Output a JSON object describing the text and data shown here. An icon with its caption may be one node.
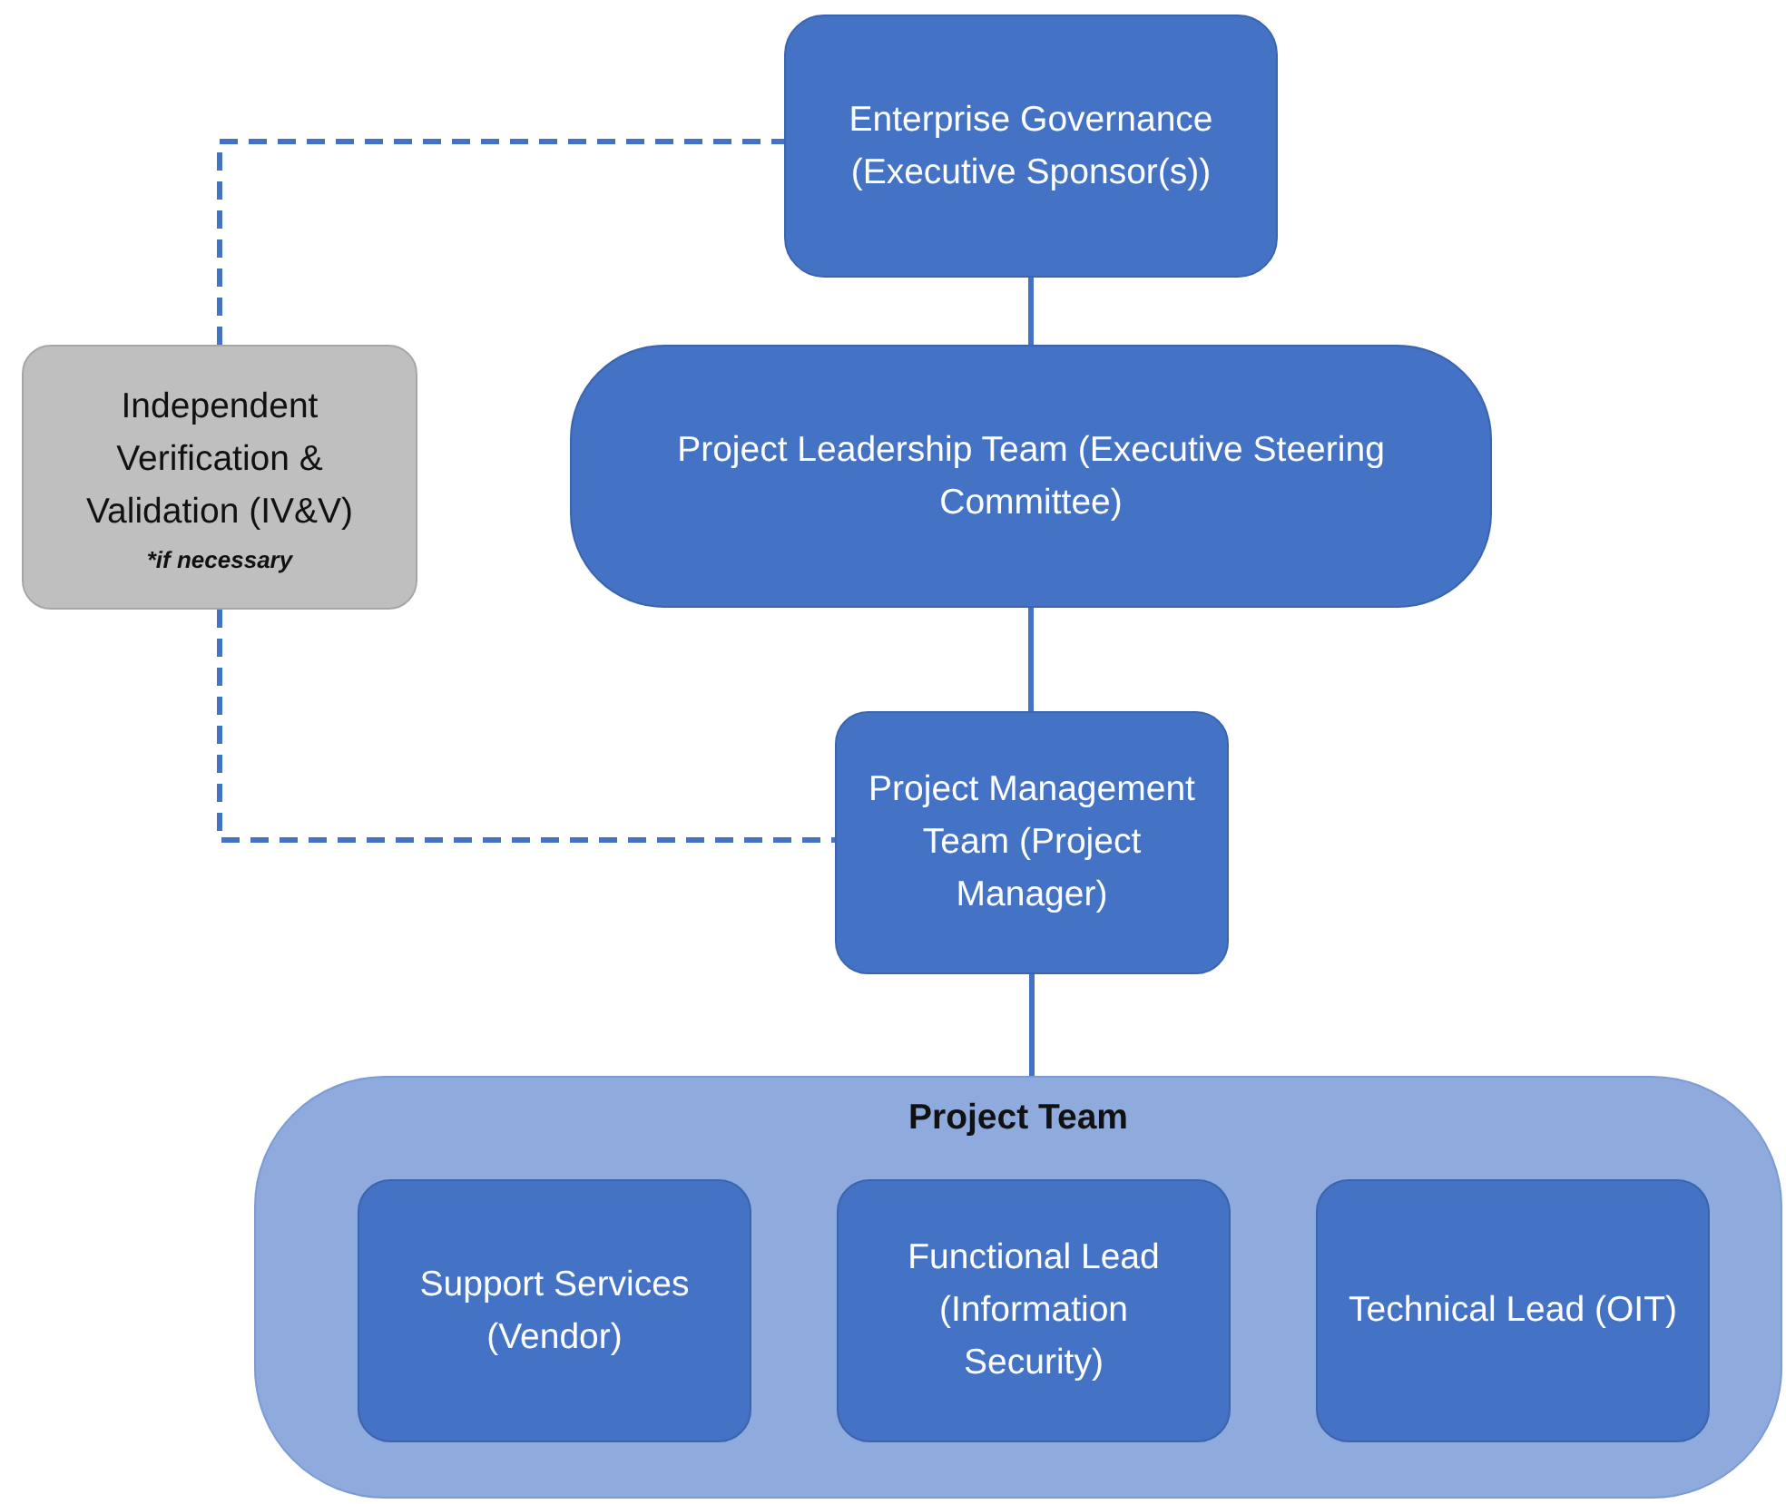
{
  "diagram": {
    "nodes": [
      {
        "text": [
          "Enterprise Governance (Executive Sponsor(s))"
        ]
      },
      {
        "text": [
          "Independent Verification & Validation (IV&V)",
          "*if necessary"
        ]
      },
      {
        "text": [
          "Project Leadership Team (Executive Steering Committee)"
        ]
      },
      {
        "text": [
          "Project Management Team (Project Manager)"
        ]
      },
      {
        "text": [
          "Project Team"
        ]
      },
      {
        "text": [
          "Support Services (Vendor)"
        ],
        "in": 4
      },
      {
        "text": [
          "Functional Lead (Information Security)"
        ],
        "in": 4
      },
      {
        "text": [
          "Technical Lead (OIT)"
        ],
        "in": 4
      }
    ],
    "edges": [
      {
        "from": 0,
        "to": 2,
        "arrow": "none"
      },
      {
        "from": 2,
        "to": 3,
        "arrow": "none"
      },
      {
        "from": 3,
        "to": 4,
        "arrow": "none"
      },
      {
        "from": 1,
        "to": 0,
        "arrow": "none",
        "style": "dashed"
      },
      {
        "from": 1,
        "to": 3,
        "arrow": "none",
        "style": "dashed"
      }
    ]
  }
}
